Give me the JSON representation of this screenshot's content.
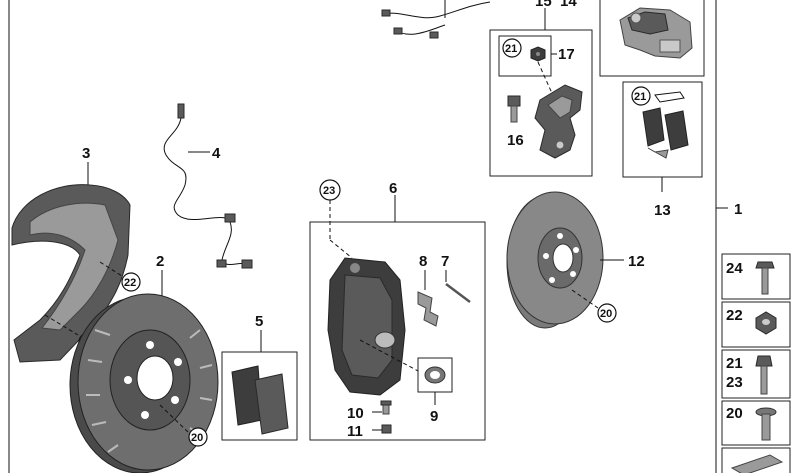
{
  "callouts": {
    "n1": "1",
    "n2": "2",
    "n3": "3",
    "n4": "4",
    "n5": "5",
    "n6": "6",
    "n7": "7",
    "n8": "8",
    "n9": "9",
    "n10": "10",
    "n11": "11",
    "n12": "12",
    "n13": "13",
    "n16": "16",
    "n17": "17",
    "n15": "15",
    "n14": "14"
  },
  "circled": {
    "c20_disc": "20",
    "c20_rear": "20",
    "c21_a": "21",
    "c21_b": "21",
    "c22": "22",
    "c23": "23",
    "c24": "24"
  },
  "sidebar": {
    "items": [
      {
        "label": "24"
      },
      {
        "label": "22"
      },
      {
        "label_top": "21",
        "label_bottom": "23"
      },
      {
        "label": "20"
      }
    ]
  }
}
